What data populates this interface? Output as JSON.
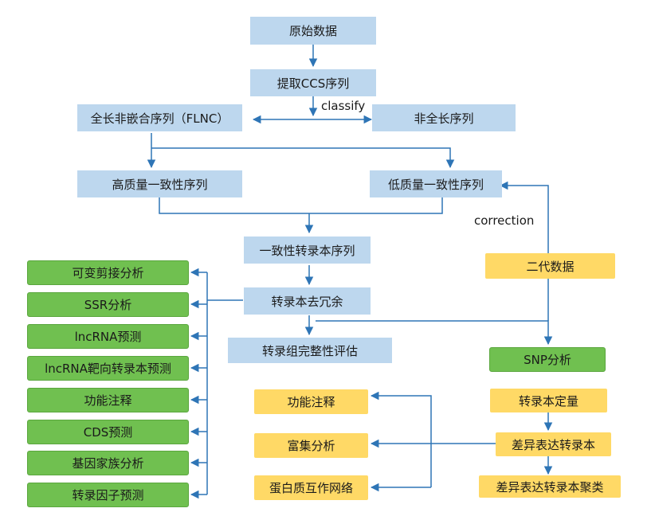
{
  "nodes": {
    "raw_data": "原始数据",
    "extract_ccs": "提取CCS序列",
    "flnc": "全长非嵌合序列（FLNC）",
    "non_full_length": "非全长序列",
    "high_quality": "高质量一致性序列",
    "low_quality": "低质量一致性序列",
    "consensus_transcripts": "一致性转录本序列",
    "second_gen": "二代数据",
    "deredundancy": "转录本去冗余",
    "completeness": "转录组完整性评估",
    "snp": "SNP分析",
    "quantification": "转录本定量",
    "de_transcripts": "差异表达转录本",
    "de_clustering": "差异表达转录本聚类",
    "de_annotation": "功能注释",
    "de_enrichment": "富集分析",
    "de_ppi": "蛋白质互作网络"
  },
  "left_column": [
    "可变剪接分析",
    "SSR分析",
    "lncRNA预测",
    "lncRNA靶向转录本预测",
    "功能注释",
    "CDS预测",
    "基因家族分析",
    "转录因子预测"
  ],
  "edge_labels": {
    "classify": "classify",
    "correction": "correction"
  },
  "colors": {
    "blue_box": "#bdd7ee",
    "green_box": "#70c050",
    "yellow_box": "#ffd966",
    "line": "#2e75b6"
  }
}
